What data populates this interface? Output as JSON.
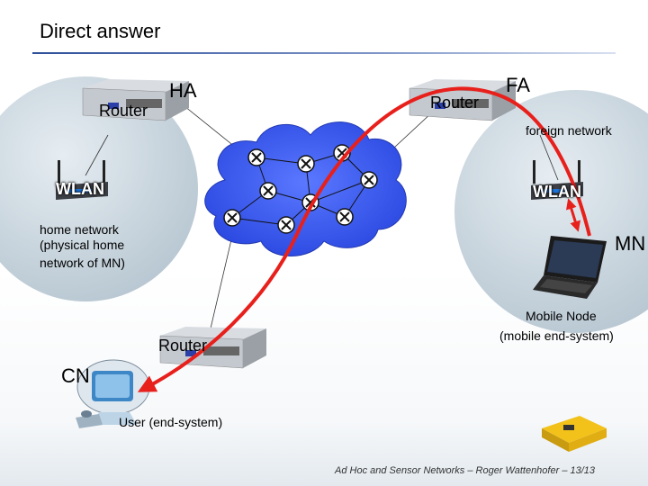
{
  "title": "Direct answer",
  "labels": {
    "router_ha": "Router",
    "ha": "HA",
    "router_fa": "Router",
    "fa": "FA",
    "foreign_network": "foreign network",
    "wlan_home": "WLAN",
    "wlan_foreign": "WLAN",
    "home_network_1": "home network",
    "home_network_2": "(physical home",
    "home_network_3": "network of MN)",
    "mn": "MN",
    "mobile_node_1": "Mobile Node",
    "mobile_node_2": "(mobile end-system)",
    "router_cn": "Router",
    "cn": "CN",
    "user": "User",
    "user_sub": "(end-system)"
  },
  "footer": "Ad Hoc and Sensor Networks – Roger Wattenhofer – 13/13",
  "colors": {
    "arrow": "#e8201c",
    "cloud": "#3d5ef0",
    "network_bubble": "#c9d6df",
    "title_rule": "#2f4f9a"
  },
  "icons": [
    "router-icon",
    "wlan-access-point-icon",
    "laptop-icon",
    "desktop-computer-icon",
    "sensor-device-icon",
    "cloud-icon",
    "network-switch-node-icon"
  ]
}
